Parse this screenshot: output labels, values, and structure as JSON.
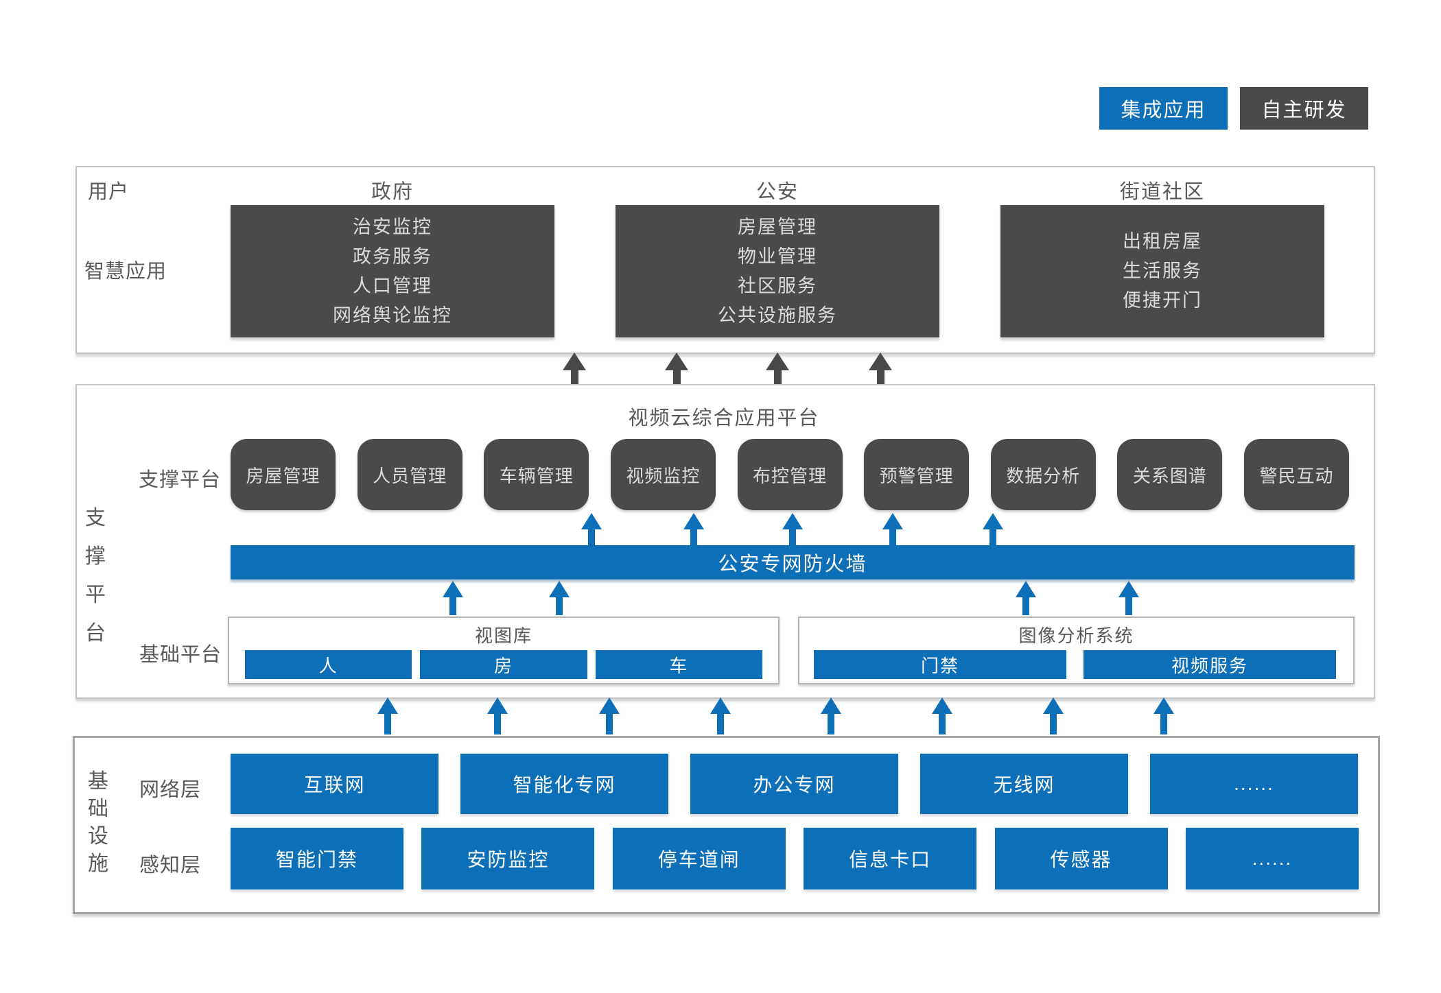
{
  "colors": {
    "accent_blue": "#0d6fb8",
    "box_dark": "#4b494a",
    "label_gray": "#5a5858"
  },
  "legend": {
    "integrated": "集成应用",
    "self_developed": "自主研发"
  },
  "user_section": {
    "label": "用户",
    "apps_label": "智慧应用",
    "columns": [
      {
        "header": "政府",
        "items": [
          "治安监控",
          "政务服务",
          "人口管理",
          "网络舆论监控"
        ]
      },
      {
        "header": "公安",
        "items": [
          "房屋管理",
          "物业管理",
          "社区服务",
          "公共设施服务"
        ]
      },
      {
        "header": "街道社区",
        "items": [
          "出租房屋",
          "生活服务",
          "便捷开门"
        ]
      }
    ]
  },
  "support_section": {
    "side_label": "支撑平台",
    "title": "视频云综合应用平台",
    "platform_label": "支撑平台",
    "platform_boxes": [
      "房屋管理",
      "人员管理",
      "车辆管理",
      "视频监控",
      "布控管理",
      "预警管理",
      "数据分析",
      "关系图谱",
      "警民互动"
    ],
    "firewall_label": "公安专网防火墙",
    "base_label": "基础平台",
    "base_groups": [
      {
        "title": "视图库",
        "chips": [
          "人",
          "房",
          "车"
        ]
      },
      {
        "title": "图像分析系统",
        "chips": [
          "门禁",
          "视频服务"
        ]
      }
    ]
  },
  "infra_section": {
    "side_label": "基础设施",
    "rows": [
      {
        "label": "网络层",
        "boxes": [
          "互联网",
          "智能化专网",
          "办公专网",
          "无线网",
          "......"
        ]
      },
      {
        "label": "感知层",
        "boxes": [
          "智能门禁",
          "安防监控",
          "停车道闸",
          "信息卡口",
          "传感器",
          "......"
        ]
      }
    ]
  }
}
